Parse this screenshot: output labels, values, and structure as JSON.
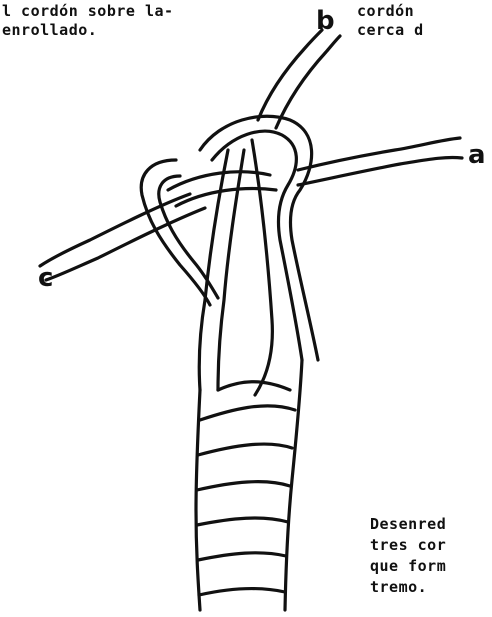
{
  "captions": {
    "top_left": [
      "l cordón sobre la-",
      "enrollado."
    ],
    "top_right": [
      "cordón",
      "cerca d"
    ],
    "bottom_right": [
      "Desenred",
      "tres cor",
      "que form",
      "tremo."
    ]
  },
  "strand_labels": {
    "a": "a",
    "b": "b",
    "c": "c"
  },
  "illustration": {
    "subject": "knot-tied-in-three-strand-rope",
    "line_color": "#111111",
    "background": "#ffffff"
  }
}
